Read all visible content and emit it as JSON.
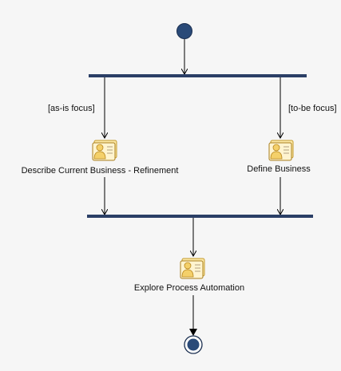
{
  "diagram": {
    "guards": {
      "left": "[as-is focus]",
      "right": "[to-be focus]"
    },
    "activities": [
      {
        "id": "describe",
        "label": "Describe Current Business - Refinement"
      },
      {
        "id": "define",
        "label": "Define Business"
      },
      {
        "id": "explore",
        "label": "Explore Process Automation"
      }
    ],
    "colors": {
      "node_fill": "#2a4a78",
      "bar_fill": "#2b3f66",
      "edge": "#000000",
      "icon_paper": "#fde9a8",
      "icon_person": "#f4d06a"
    },
    "icon": "activity-person-card-icon"
  }
}
